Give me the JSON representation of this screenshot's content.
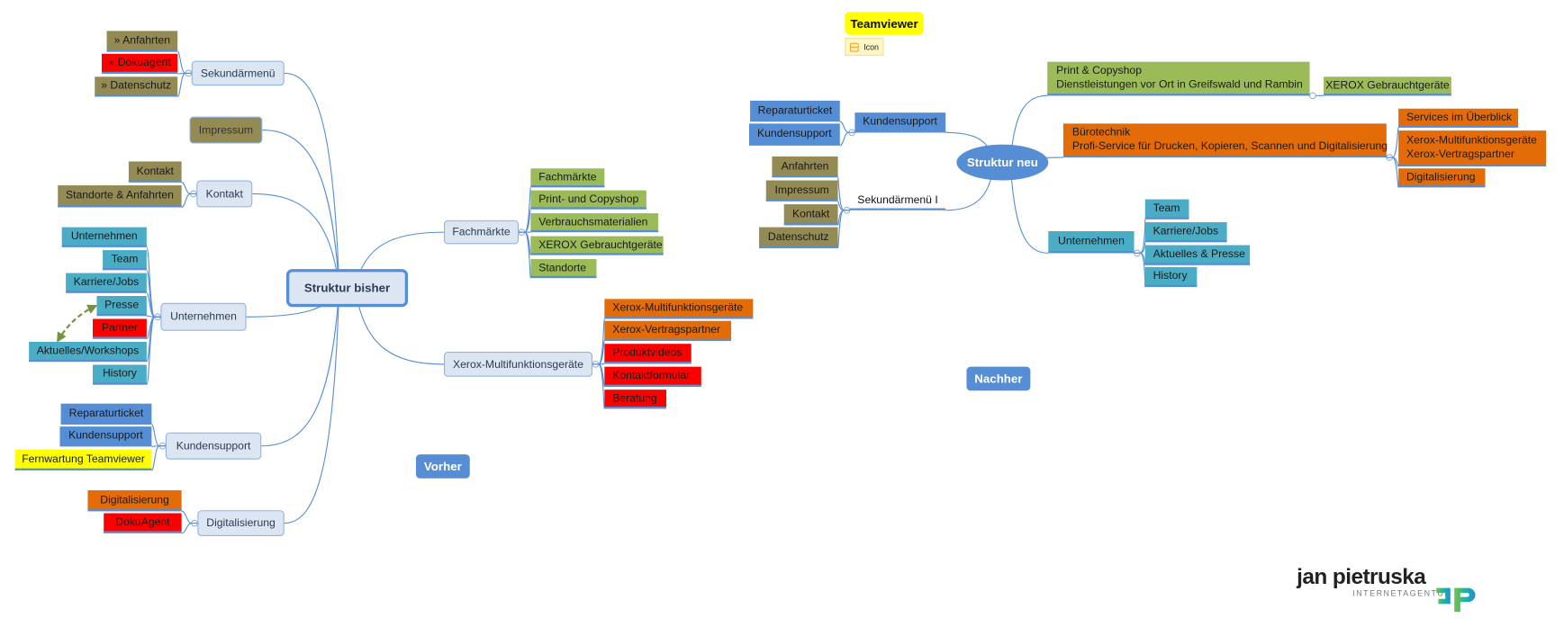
{
  "colors": {
    "olive": "#948a54",
    "red": "#ff0000",
    "teal": "#4bacc6",
    "blue": "#558ed5",
    "yellow": "#ffff00",
    "orange": "#e36c09",
    "green": "#9bbb59",
    "light": "#dce6f2",
    "note": "#fff6c4",
    "arrow": "#76923c"
  },
  "left": {
    "root": "Struktur bisher",
    "tag": "Vorher",
    "sek": {
      "label": "Sekundärmenü",
      "children": [
        "» Anfahrten",
        "» Dokuagent",
        "» Datenschutz"
      ]
    },
    "impressum": "Impressum",
    "kontakt": {
      "label": "Kontakt",
      "children": [
        "Kontakt",
        "Standorte & Anfahrten"
      ]
    },
    "unternehmen": {
      "label": "Unternehmen",
      "children": [
        "Unternehmen",
        "Team",
        "Karriere/Jobs",
        "Presse",
        "Partner",
        "Aktuelles/Workshops",
        "History"
      ]
    },
    "kundensupport": {
      "label": "Kundensupport",
      "children": [
        "Reparaturticket",
        "Kundensupport",
        "Fernwartung Teamviewer"
      ]
    },
    "digitalisierung": {
      "label": "Digitalisierung",
      "children": [
        "Digitalisierung",
        "DokuAgent"
      ]
    },
    "fachmaerkte": {
      "label": "Fachmärkte",
      "children": [
        "Fachmärkte",
        "Print- und Copyshop",
        "Verbrauchsmaterialien",
        "XEROX Gebrauchtgeräte",
        "Standorte"
      ]
    },
    "xerox": {
      "label": "Xerox-Multifunktionsgeräte",
      "children": [
        "Xerox-Multifunktionsgeräte",
        "Xerox-Vertragspartner",
        "Produktvideos",
        "Kontaktformular",
        "Beratung"
      ]
    }
  },
  "right": {
    "root": "Struktur neu",
    "tag": "Nachher",
    "teamviewer": {
      "label": "Teamviewer",
      "note": "Icon"
    },
    "kundensupport": {
      "label": "Kundensupport",
      "children": [
        "Reparaturticket",
        "Kundensupport"
      ]
    },
    "sek": {
      "label": "Sekundärmenü I",
      "children": [
        "Anfahrten",
        "Impressum",
        "Kontakt",
        "Datenschutz"
      ]
    },
    "print": {
      "line1": "Print & Copyshop",
      "line2": "Dienstleistungen vor Ort in Greifswald und Rambin",
      "children": [
        "XEROX Gebrauchtgeräte"
      ]
    },
    "buero": {
      "line1": "Bürotechnik",
      "line2": "Profi-Service für Drucken, Kopieren, Scannen und Digitalisierung",
      "children": [
        "Services im Überblick",
        "Xerox-Multifunktionsgeräte",
        "Xerox-Vertragspartner",
        "Digitalisierung"
      ]
    },
    "unternehmen": {
      "label": "Unternehmen",
      "children": [
        "Team",
        "Karriere/Jobs",
        "Aktuelles & Presse",
        "History"
      ]
    }
  },
  "logo": {
    "name": "jan pietruska",
    "sub": "INTERNETAGENTUR"
  }
}
